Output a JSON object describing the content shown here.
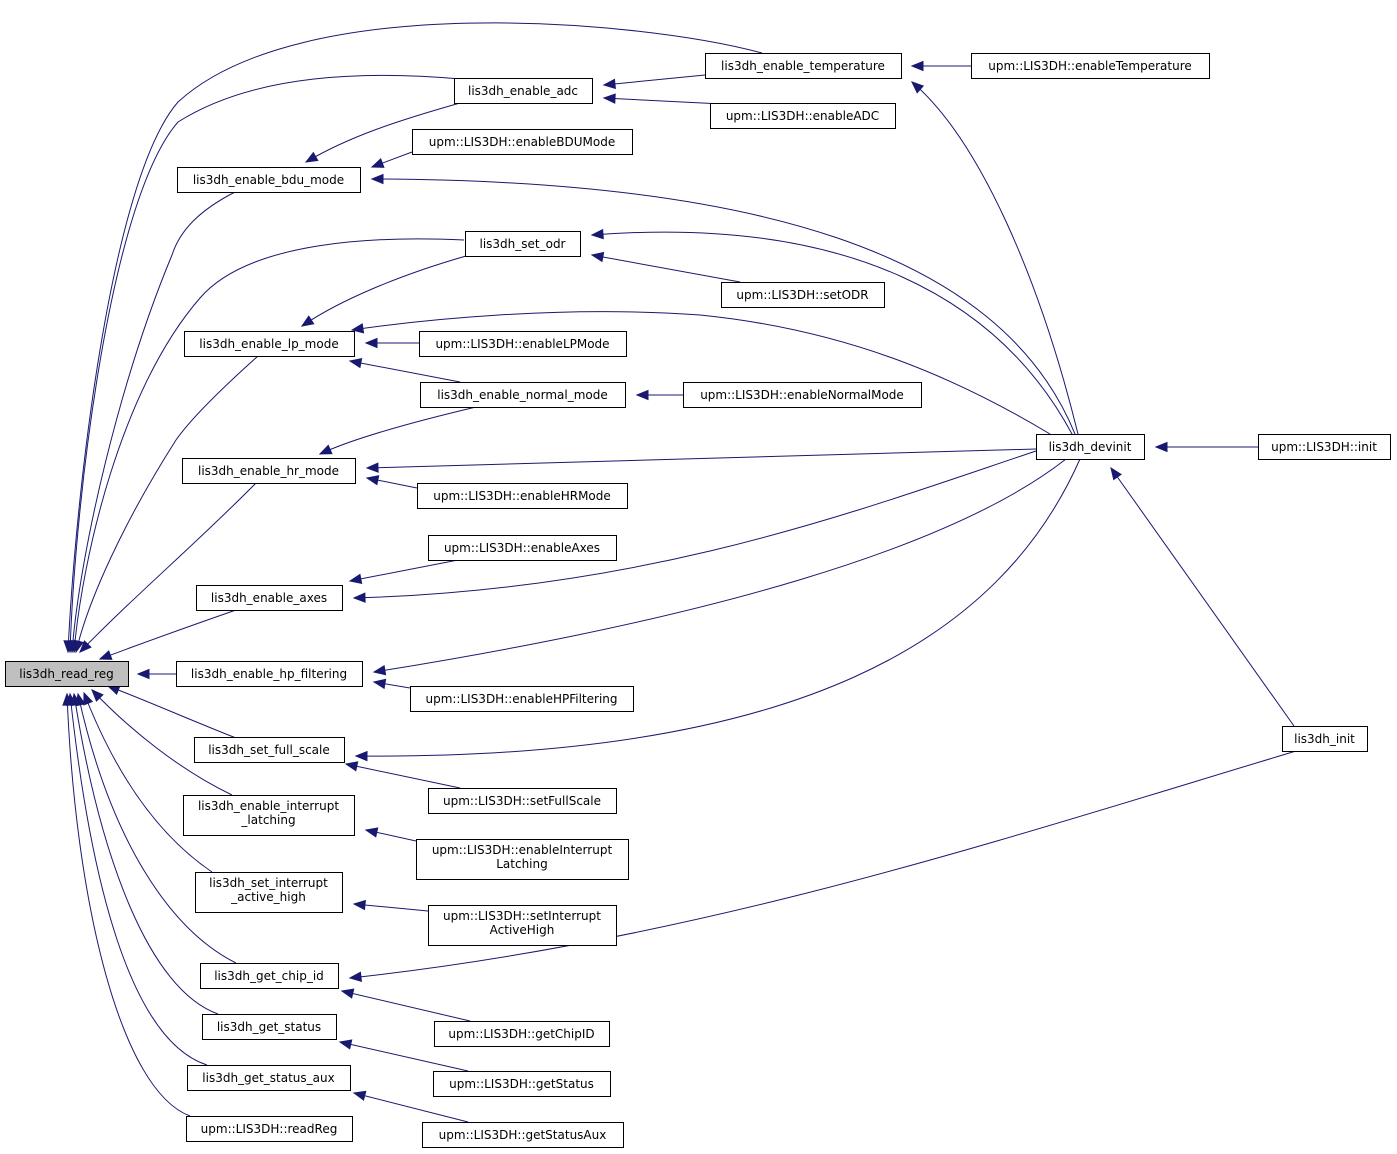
{
  "graph": {
    "type": "caller-graph",
    "focus_node": "read_reg",
    "colors": {
      "edge": "#191970",
      "focus_fill": "#bfbfbf",
      "node_fill": "#ffffff",
      "node_border": "#000000"
    },
    "nodes": {
      "read_reg": {
        "lines": [
          "lis3dh_read_reg"
        ]
      },
      "enable_temperature": {
        "lines": [
          "lis3dh_enable_temperature"
        ]
      },
      "upm_enableTemperature": {
        "lines": [
          "upm::LIS3DH::enableTemperature"
        ]
      },
      "enable_adc": {
        "lines": [
          "lis3dh_enable_adc"
        ]
      },
      "upm_enableADC": {
        "lines": [
          "upm::LIS3DH::enableADC"
        ]
      },
      "upm_enableBDUMode": {
        "lines": [
          "upm::LIS3DH::enableBDUMode"
        ]
      },
      "enable_bdu_mode": {
        "lines": [
          "lis3dh_enable_bdu_mode"
        ]
      },
      "set_odr": {
        "lines": [
          "lis3dh_set_odr"
        ]
      },
      "upm_setODR": {
        "lines": [
          "upm::LIS3DH::setODR"
        ]
      },
      "enable_lp_mode": {
        "lines": [
          "lis3dh_enable_lp_mode"
        ]
      },
      "upm_enableLPMode": {
        "lines": [
          "upm::LIS3DH::enableLPMode"
        ]
      },
      "enable_normal_mode": {
        "lines": [
          "lis3dh_enable_normal_mode"
        ]
      },
      "upm_enableNormalMode": {
        "lines": [
          "upm::LIS3DH::enableNormalMode"
        ]
      },
      "devinit": {
        "lines": [
          "lis3dh_devinit"
        ]
      },
      "upm_init": {
        "lines": [
          "upm::LIS3DH::init"
        ]
      },
      "enable_hr_mode": {
        "lines": [
          "lis3dh_enable_hr_mode"
        ]
      },
      "upm_enableHRMode": {
        "lines": [
          "upm::LIS3DH::enableHRMode"
        ]
      },
      "upm_enableAxes": {
        "lines": [
          "upm::LIS3DH::enableAxes"
        ]
      },
      "enable_axes": {
        "lines": [
          "lis3dh_enable_axes"
        ]
      },
      "enable_hp_filtering": {
        "lines": [
          "lis3dh_enable_hp_filtering"
        ]
      },
      "upm_enableHPFiltering": {
        "lines": [
          "upm::LIS3DH::enableHPFiltering"
        ]
      },
      "set_full_scale": {
        "lines": [
          "lis3dh_set_full_scale"
        ]
      },
      "init": {
        "lines": [
          "lis3dh_init"
        ]
      },
      "upm_setFullScale": {
        "lines": [
          "upm::LIS3DH::setFullScale"
        ]
      },
      "enable_interrupt_latching": {
        "lines": [
          "lis3dh_enable_interrupt",
          "_latching"
        ]
      },
      "upm_enableInterruptLatching": {
        "lines": [
          "upm::LIS3DH::enableInterrupt",
          "Latching"
        ]
      },
      "set_interrupt_active_high": {
        "lines": [
          "lis3dh_set_interrupt",
          "_active_high"
        ]
      },
      "upm_setInterruptActiveHigh": {
        "lines": [
          "upm::LIS3DH::setInterrupt",
          "ActiveHigh"
        ]
      },
      "get_chip_id": {
        "lines": [
          "lis3dh_get_chip_id"
        ]
      },
      "upm_getChipID": {
        "lines": [
          "upm::LIS3DH::getChipID"
        ]
      },
      "get_status": {
        "lines": [
          "lis3dh_get_status"
        ]
      },
      "upm_getStatus": {
        "lines": [
          "upm::LIS3DH::getStatus"
        ]
      },
      "get_status_aux": {
        "lines": [
          "lis3dh_get_status_aux"
        ]
      },
      "upm_readReg": {
        "lines": [
          "upm::LIS3DH::readReg"
        ]
      },
      "upm_getStatusAux": {
        "lines": [
          "upm::LIS3DH::getStatusAux"
        ]
      }
    },
    "edges": [
      {
        "from": "enable_temperature",
        "to": "read_reg"
      },
      {
        "from": "enable_adc",
        "to": "read_reg"
      },
      {
        "from": "enable_bdu_mode",
        "to": "read_reg"
      },
      {
        "from": "set_odr",
        "to": "read_reg"
      },
      {
        "from": "enable_lp_mode",
        "to": "read_reg"
      },
      {
        "from": "enable_hr_mode",
        "to": "read_reg"
      },
      {
        "from": "enable_axes",
        "to": "read_reg"
      },
      {
        "from": "enable_hp_filtering",
        "to": "read_reg"
      },
      {
        "from": "set_full_scale",
        "to": "read_reg"
      },
      {
        "from": "enable_interrupt_latching",
        "to": "read_reg"
      },
      {
        "from": "set_interrupt_active_high",
        "to": "read_reg"
      },
      {
        "from": "get_chip_id",
        "to": "read_reg"
      },
      {
        "from": "get_status",
        "to": "read_reg"
      },
      {
        "from": "get_status_aux",
        "to": "read_reg"
      },
      {
        "from": "upm_readReg",
        "to": "read_reg"
      },
      {
        "from": "upm_enableTemperature",
        "to": "enable_temperature"
      },
      {
        "from": "devinit",
        "to": "enable_temperature"
      },
      {
        "from": "enable_temperature",
        "to": "enable_adc"
      },
      {
        "from": "upm_enableADC",
        "to": "enable_adc"
      },
      {
        "from": "enable_adc",
        "to": "enable_bdu_mode"
      },
      {
        "from": "upm_enableBDUMode",
        "to": "enable_bdu_mode"
      },
      {
        "from": "devinit",
        "to": "enable_bdu_mode"
      },
      {
        "from": "devinit",
        "to": "set_odr"
      },
      {
        "from": "upm_setODR",
        "to": "set_odr"
      },
      {
        "from": "set_odr",
        "to": "enable_lp_mode"
      },
      {
        "from": "devinit",
        "to": "enable_lp_mode"
      },
      {
        "from": "upm_enableLPMode",
        "to": "enable_lp_mode"
      },
      {
        "from": "enable_normal_mode",
        "to": "enable_lp_mode"
      },
      {
        "from": "upm_enableNormalMode",
        "to": "enable_normal_mode"
      },
      {
        "from": "enable_normal_mode",
        "to": "enable_hr_mode"
      },
      {
        "from": "devinit",
        "to": "enable_hr_mode"
      },
      {
        "from": "upm_enableHRMode",
        "to": "enable_hr_mode"
      },
      {
        "from": "upm_init",
        "to": "devinit"
      },
      {
        "from": "init",
        "to": "devinit"
      },
      {
        "from": "upm_enableAxes",
        "to": "enable_axes"
      },
      {
        "from": "devinit",
        "to": "enable_axes"
      },
      {
        "from": "devinit",
        "to": "enable_hp_filtering"
      },
      {
        "from": "upm_enableHPFiltering",
        "to": "enable_hp_filtering"
      },
      {
        "from": "devinit",
        "to": "set_full_scale"
      },
      {
        "from": "upm_setFullScale",
        "to": "set_full_scale"
      },
      {
        "from": "upm_enableInterruptLatching",
        "to": "enable_interrupt_latching"
      },
      {
        "from": "upm_setInterruptActiveHigh",
        "to": "set_interrupt_active_high"
      },
      {
        "from": "init",
        "to": "get_chip_id"
      },
      {
        "from": "upm_getChipID",
        "to": "get_chip_id"
      },
      {
        "from": "upm_getStatus",
        "to": "get_status"
      },
      {
        "from": "upm_getStatusAux",
        "to": "get_status_aux"
      }
    ]
  }
}
